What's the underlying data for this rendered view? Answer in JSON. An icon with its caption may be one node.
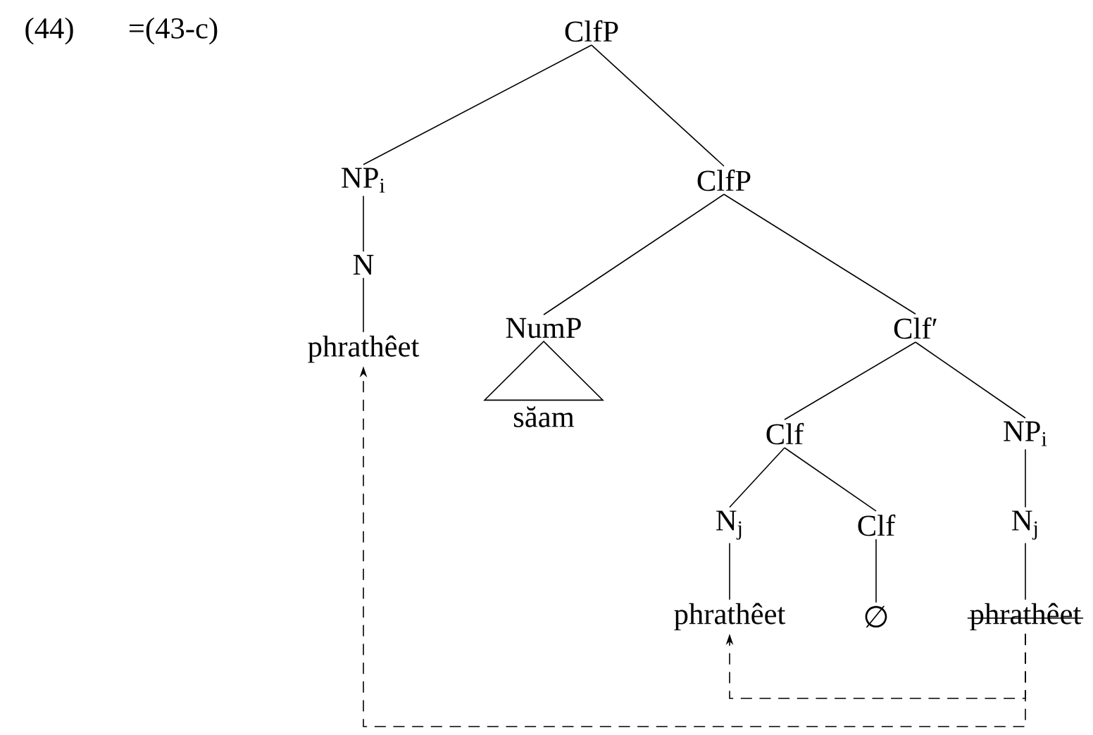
{
  "diagram": {
    "nodes": [
      {
        "text": [
          "ClfP"
        ]
      },
      {
        "text": [
          "NP$_{i}$"
        ]
      },
      {
        "text": [
          "ClfP"
        ]
      },
      {
        "text": [
          "N"
        ]
      },
      {
        "text": [
          "phrathêet"
        ]
      },
      {
        "text": [
          "NumP"
        ]
      },
      {
        "text": [
          "Clf′"
        ]
      },
      {
        "text": [
          "săam"
        ]
      },
      {
        "text": [
          "Clf"
        ]
      },
      {
        "text": [
          "NP$_{i}$"
        ]
      },
      {
        "text": [
          "N$_{j}$"
        ]
      },
      {
        "text": [
          "Clf"
        ]
      },
      {
        "text": [
          "N$_{j}$"
        ]
      },
      {
        "text": [
          "phrathêet"
        ]
      },
      {
        "text": [
          "∅"
        ]
      },
      {
        "text": [
          "phrathêet"
        ]
      }
    ],
    "edges": [
      {
        "from": 0,
        "to": 1,
        "arrow": "none"
      },
      {
        "from": 0,
        "to": 2,
        "arrow": "none"
      },
      {
        "from": 1,
        "to": 3,
        "arrow": "none"
      },
      {
        "from": 3,
        "to": 4,
        "arrow": "none"
      },
      {
        "from": 2,
        "to": 5,
        "arrow": "none"
      },
      {
        "from": 2,
        "to": 6,
        "arrow": "none"
      },
      {
        "from": 5,
        "to": 7,
        "arrow": "none"
      },
      {
        "from": 6,
        "to": 8,
        "arrow": "none"
      },
      {
        "from": 6,
        "to": 9,
        "arrow": "none"
      },
      {
        "from": 8,
        "to": 10,
        "arrow": "none"
      },
      {
        "from": 8,
        "to": 11,
        "arrow": "none"
      },
      {
        "from": 9,
        "to": 12,
        "arrow": "none"
      },
      {
        "from": 10,
        "to": 13,
        "arrow": "none"
      },
      {
        "from": 11,
        "to": 14,
        "arrow": "none"
      },
      {
        "from": 12,
        "to": 15,
        "arrow": "none"
      },
      {
        "from": 15,
        "to": 13,
        "arrow": "to",
        "style": "dashed"
      },
      {
        "from": 15,
        "to": 4,
        "arrow": "to",
        "style": "dashed"
      }
    ],
    "labels": [
      "(44)",
      "=(43-c)"
    ]
  }
}
